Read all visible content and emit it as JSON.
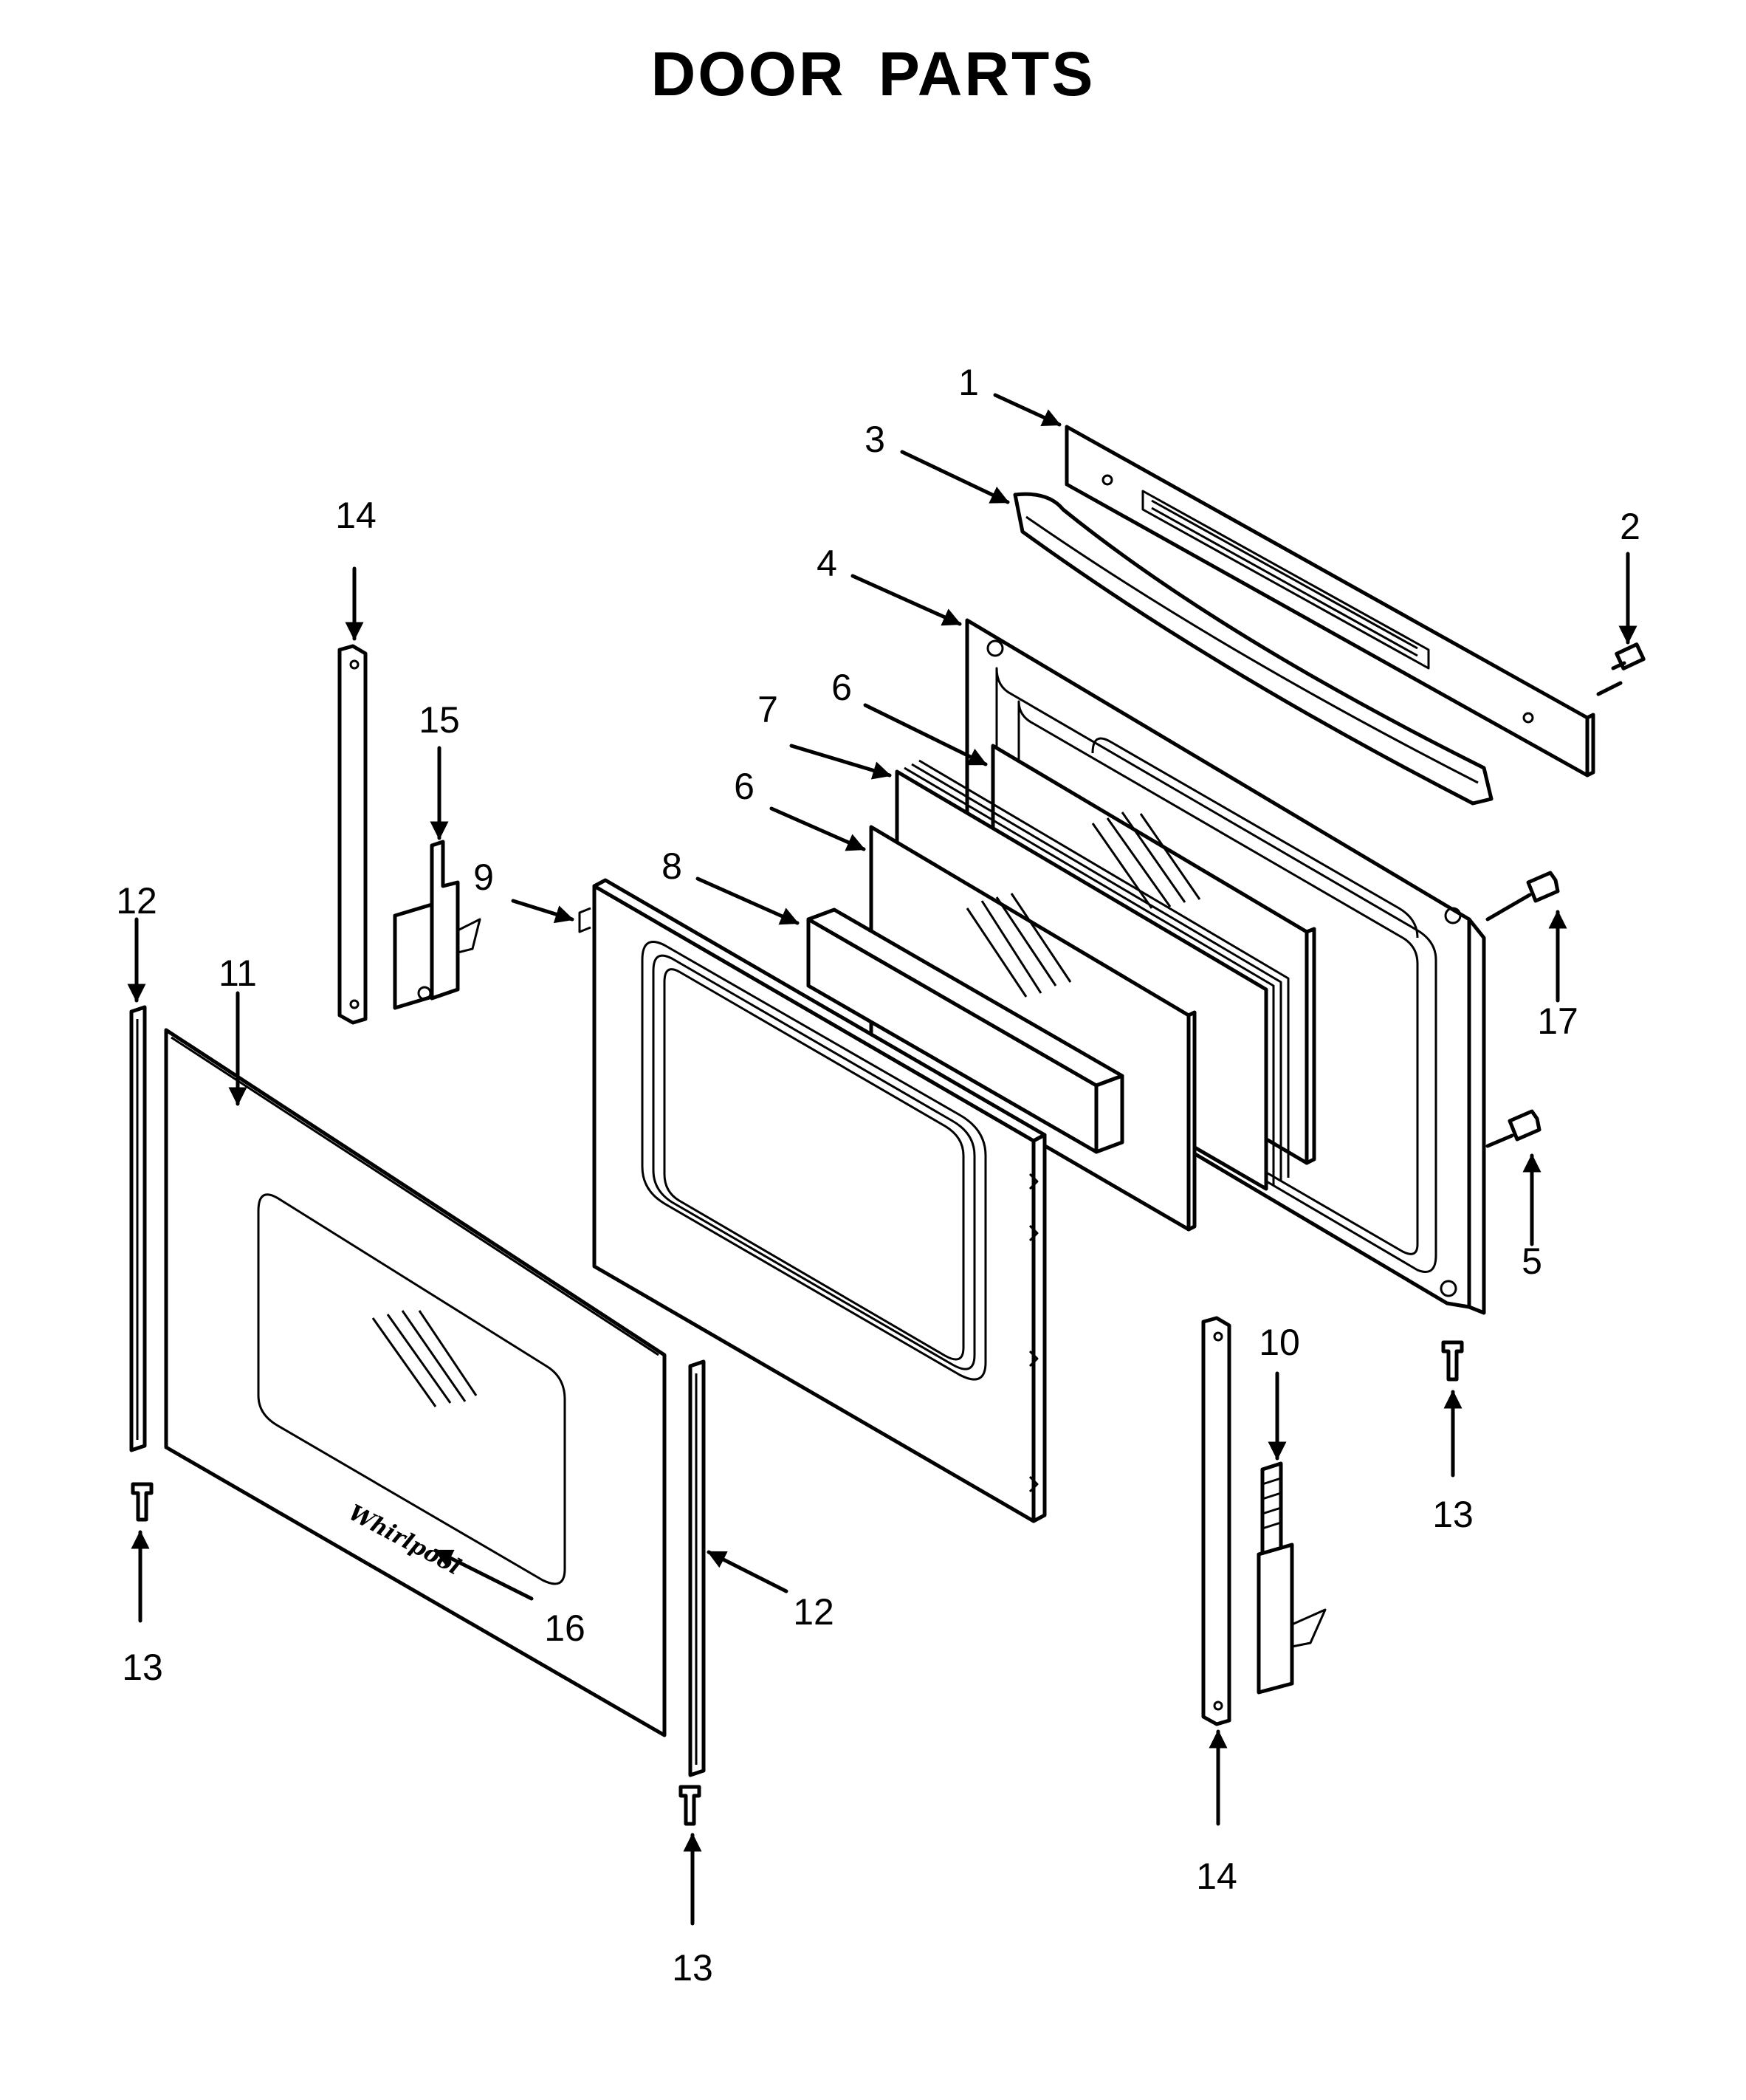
{
  "title": "DOOR PARTS",
  "callouts": [
    "1",
    "2",
    "3",
    "4",
    "5",
    "6",
    "7",
    "8",
    "9",
    "10",
    "11",
    "12",
    "13",
    "14",
    "15",
    "16",
    "17"
  ],
  "brand_logo": "Whirlpool"
}
